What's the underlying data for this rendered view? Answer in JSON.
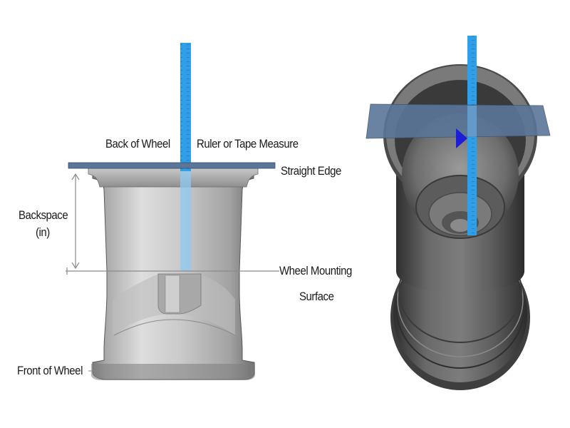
{
  "labels": {
    "back_of_wheel": "Back of Wheel",
    "ruler": "Ruler or Tape Measure",
    "straight_edge": "Straight Edge",
    "backspace_line1": "Backspace",
    "backspace_line2": "(in)",
    "mounting_line1": "Wheel Mounting",
    "mounting_line2": "Surface",
    "front_of_wheel": "Front of Wheel"
  },
  "colors": {
    "ruler": "#2f9fe8",
    "straight_edge": "#5b7699",
    "arrow": "#1d1dd6",
    "guide_line": "#8a8a8a"
  }
}
